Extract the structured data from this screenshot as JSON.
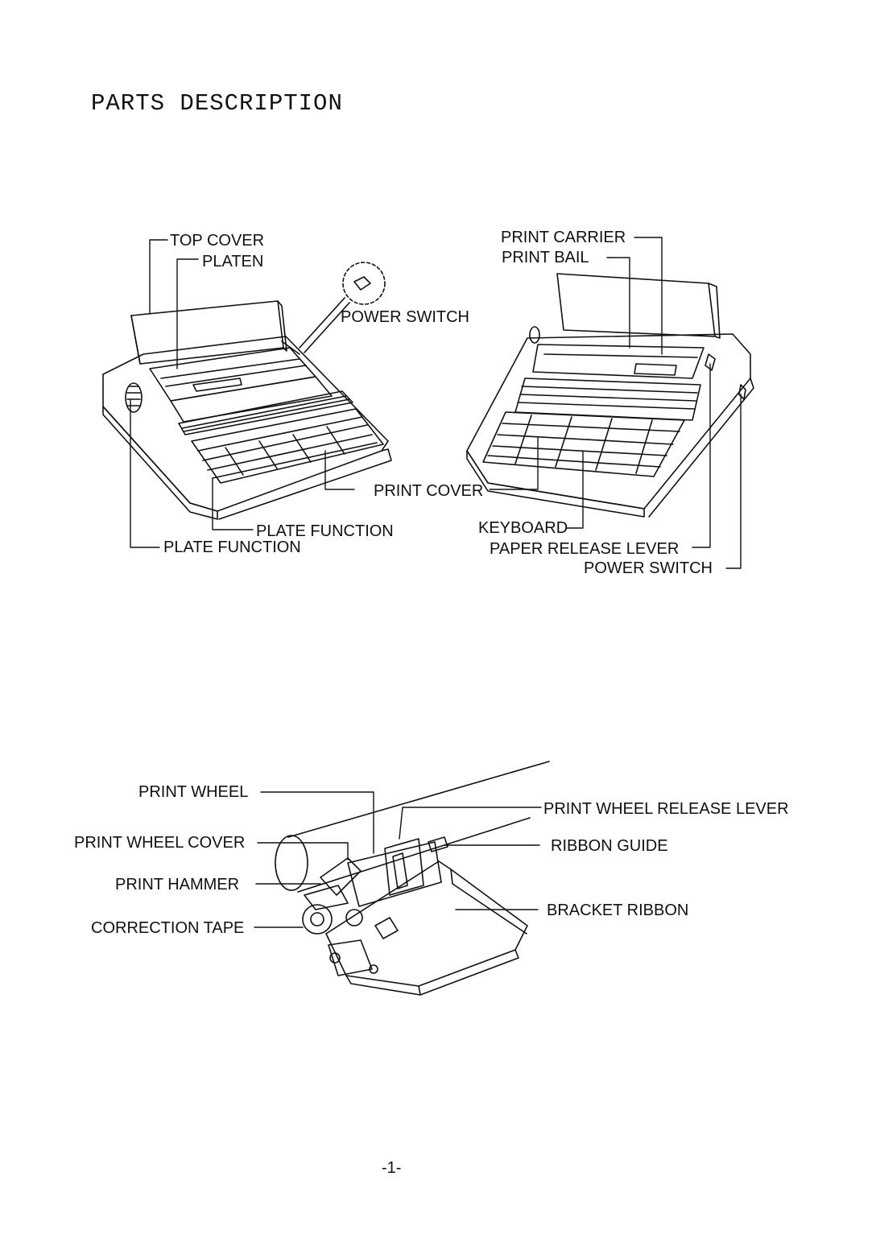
{
  "page": {
    "title": "PARTS DESCRIPTION",
    "page_number": "-1-"
  },
  "typewriter_left": {
    "labels": {
      "top_cover": "TOP COVER",
      "platen": "PLATEN",
      "power_switch": "POWER SWITCH",
      "print_cover": "PRINT COVER",
      "plate_function_upper": "PLATE FUNCTION",
      "plate_function_lower": "PLATE FUNCTION"
    }
  },
  "typewriter_right": {
    "labels": {
      "print_carrier": "PRINT CARRIER",
      "print_bail": "PRINT BAIL",
      "keyboard": "KEYBOARD",
      "paper_release_lever": "PAPER RELEASE LEVER",
      "power_switch": "POWER SWITCH"
    }
  },
  "print_mechanism": {
    "labels": {
      "print_wheel": "PRINT WHEEL",
      "print_wheel_release_lever": "PRINT WHEEL RELEASE LEVER",
      "print_wheel_cover": "PRINT WHEEL COVER",
      "ribbon_guide": "RIBBON GUIDE",
      "print_hammer": "PRINT HAMMER",
      "bracket_ribbon": "BRACKET RIBBON",
      "correction_tape": "CORRECTION TAPE"
    }
  }
}
